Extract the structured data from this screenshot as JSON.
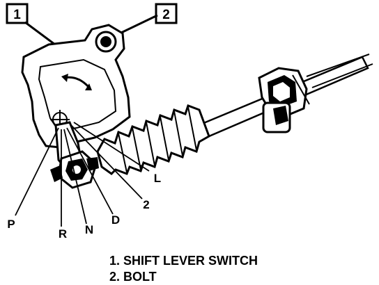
{
  "diagram": {
    "callouts": [
      "1",
      "2"
    ],
    "positions": {
      "p": "P",
      "r": "R",
      "n": "N",
      "d": "D",
      "l": "L",
      "two": "2"
    },
    "legend": [
      "1.  SHIFT LEVER SWITCH",
      "2.  BOLT"
    ]
  }
}
